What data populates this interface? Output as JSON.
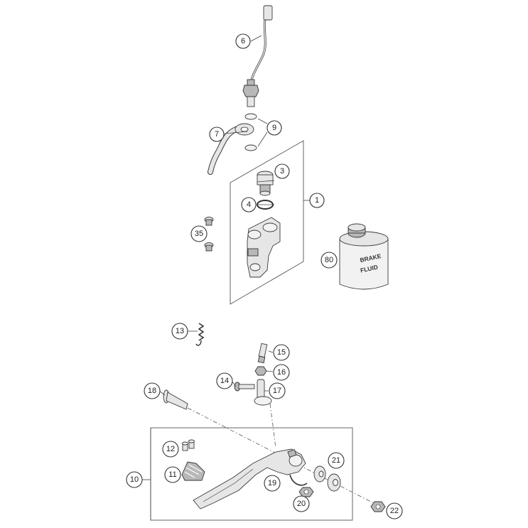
{
  "callouts": {
    "c1": "1",
    "c3": "3",
    "c4": "4",
    "c6": "6",
    "c7": "7",
    "c9": "9",
    "c10": "10",
    "c11": "11",
    "c12": "12",
    "c13": "13",
    "c14": "14",
    "c15": "15",
    "c16": "16",
    "c17": "17",
    "c18": "18",
    "c19": "19",
    "c20": "20",
    "c21": "21",
    "c22": "22",
    "c35": "35",
    "c80": "80"
  },
  "fluid_can": {
    "line1": "BRAKE",
    "line2": "FLUID"
  }
}
